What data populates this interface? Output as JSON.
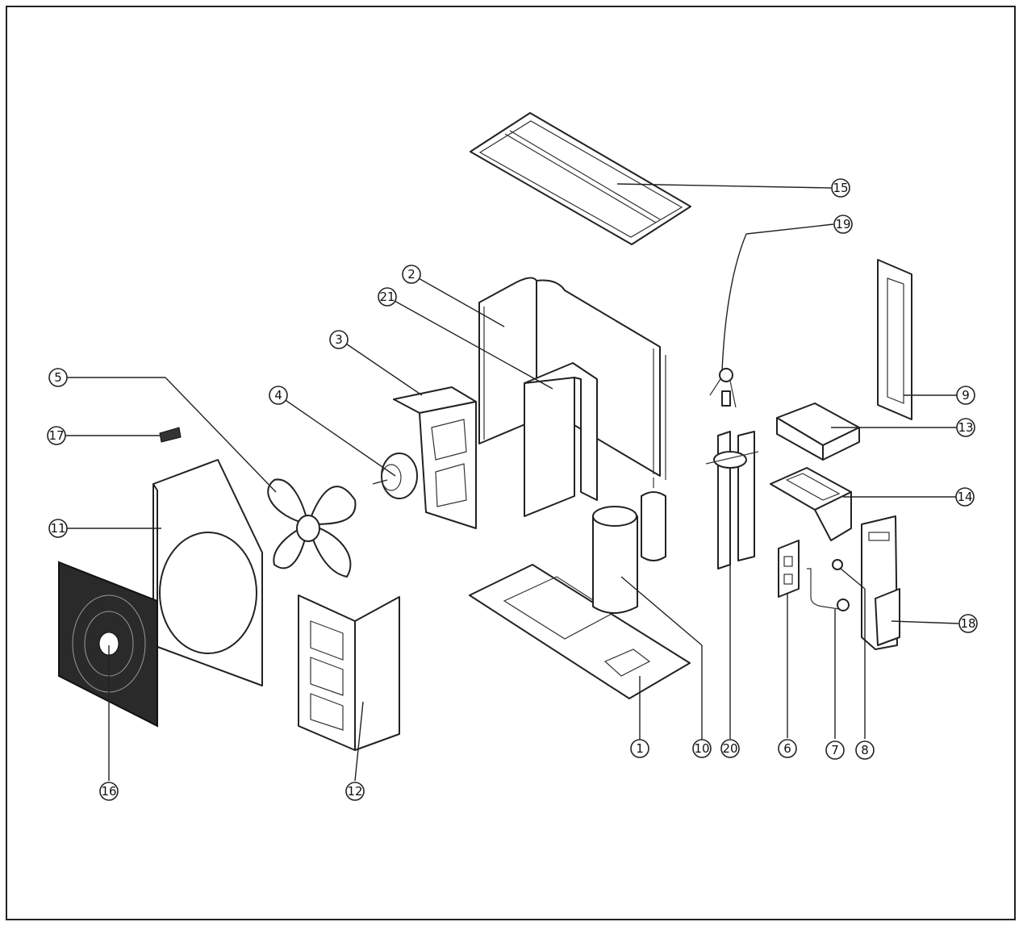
{
  "diagram": {
    "callouts": [
      {
        "id": "1",
        "label": "1"
      },
      {
        "id": "2",
        "label": "2"
      },
      {
        "id": "3",
        "label": "3"
      },
      {
        "id": "4",
        "label": "4"
      },
      {
        "id": "5",
        "label": "5"
      },
      {
        "id": "6",
        "label": "6"
      },
      {
        "id": "7",
        "label": "7"
      },
      {
        "id": "8",
        "label": "8"
      },
      {
        "id": "9",
        "label": "9"
      },
      {
        "id": "10",
        "label": "10"
      },
      {
        "id": "11",
        "label": "11"
      },
      {
        "id": "12",
        "label": "12"
      },
      {
        "id": "13",
        "label": "13"
      },
      {
        "id": "14",
        "label": "14"
      },
      {
        "id": "15",
        "label": "15"
      },
      {
        "id": "16",
        "label": "16"
      },
      {
        "id": "17",
        "label": "17"
      },
      {
        "id": "18",
        "label": "18"
      },
      {
        "id": "19",
        "label": "19"
      },
      {
        "id": "20",
        "label": "20"
      },
      {
        "id": "21",
        "label": "21"
      }
    ],
    "colors": {
      "line": "#222222",
      "background": "#ffffff"
    }
  }
}
